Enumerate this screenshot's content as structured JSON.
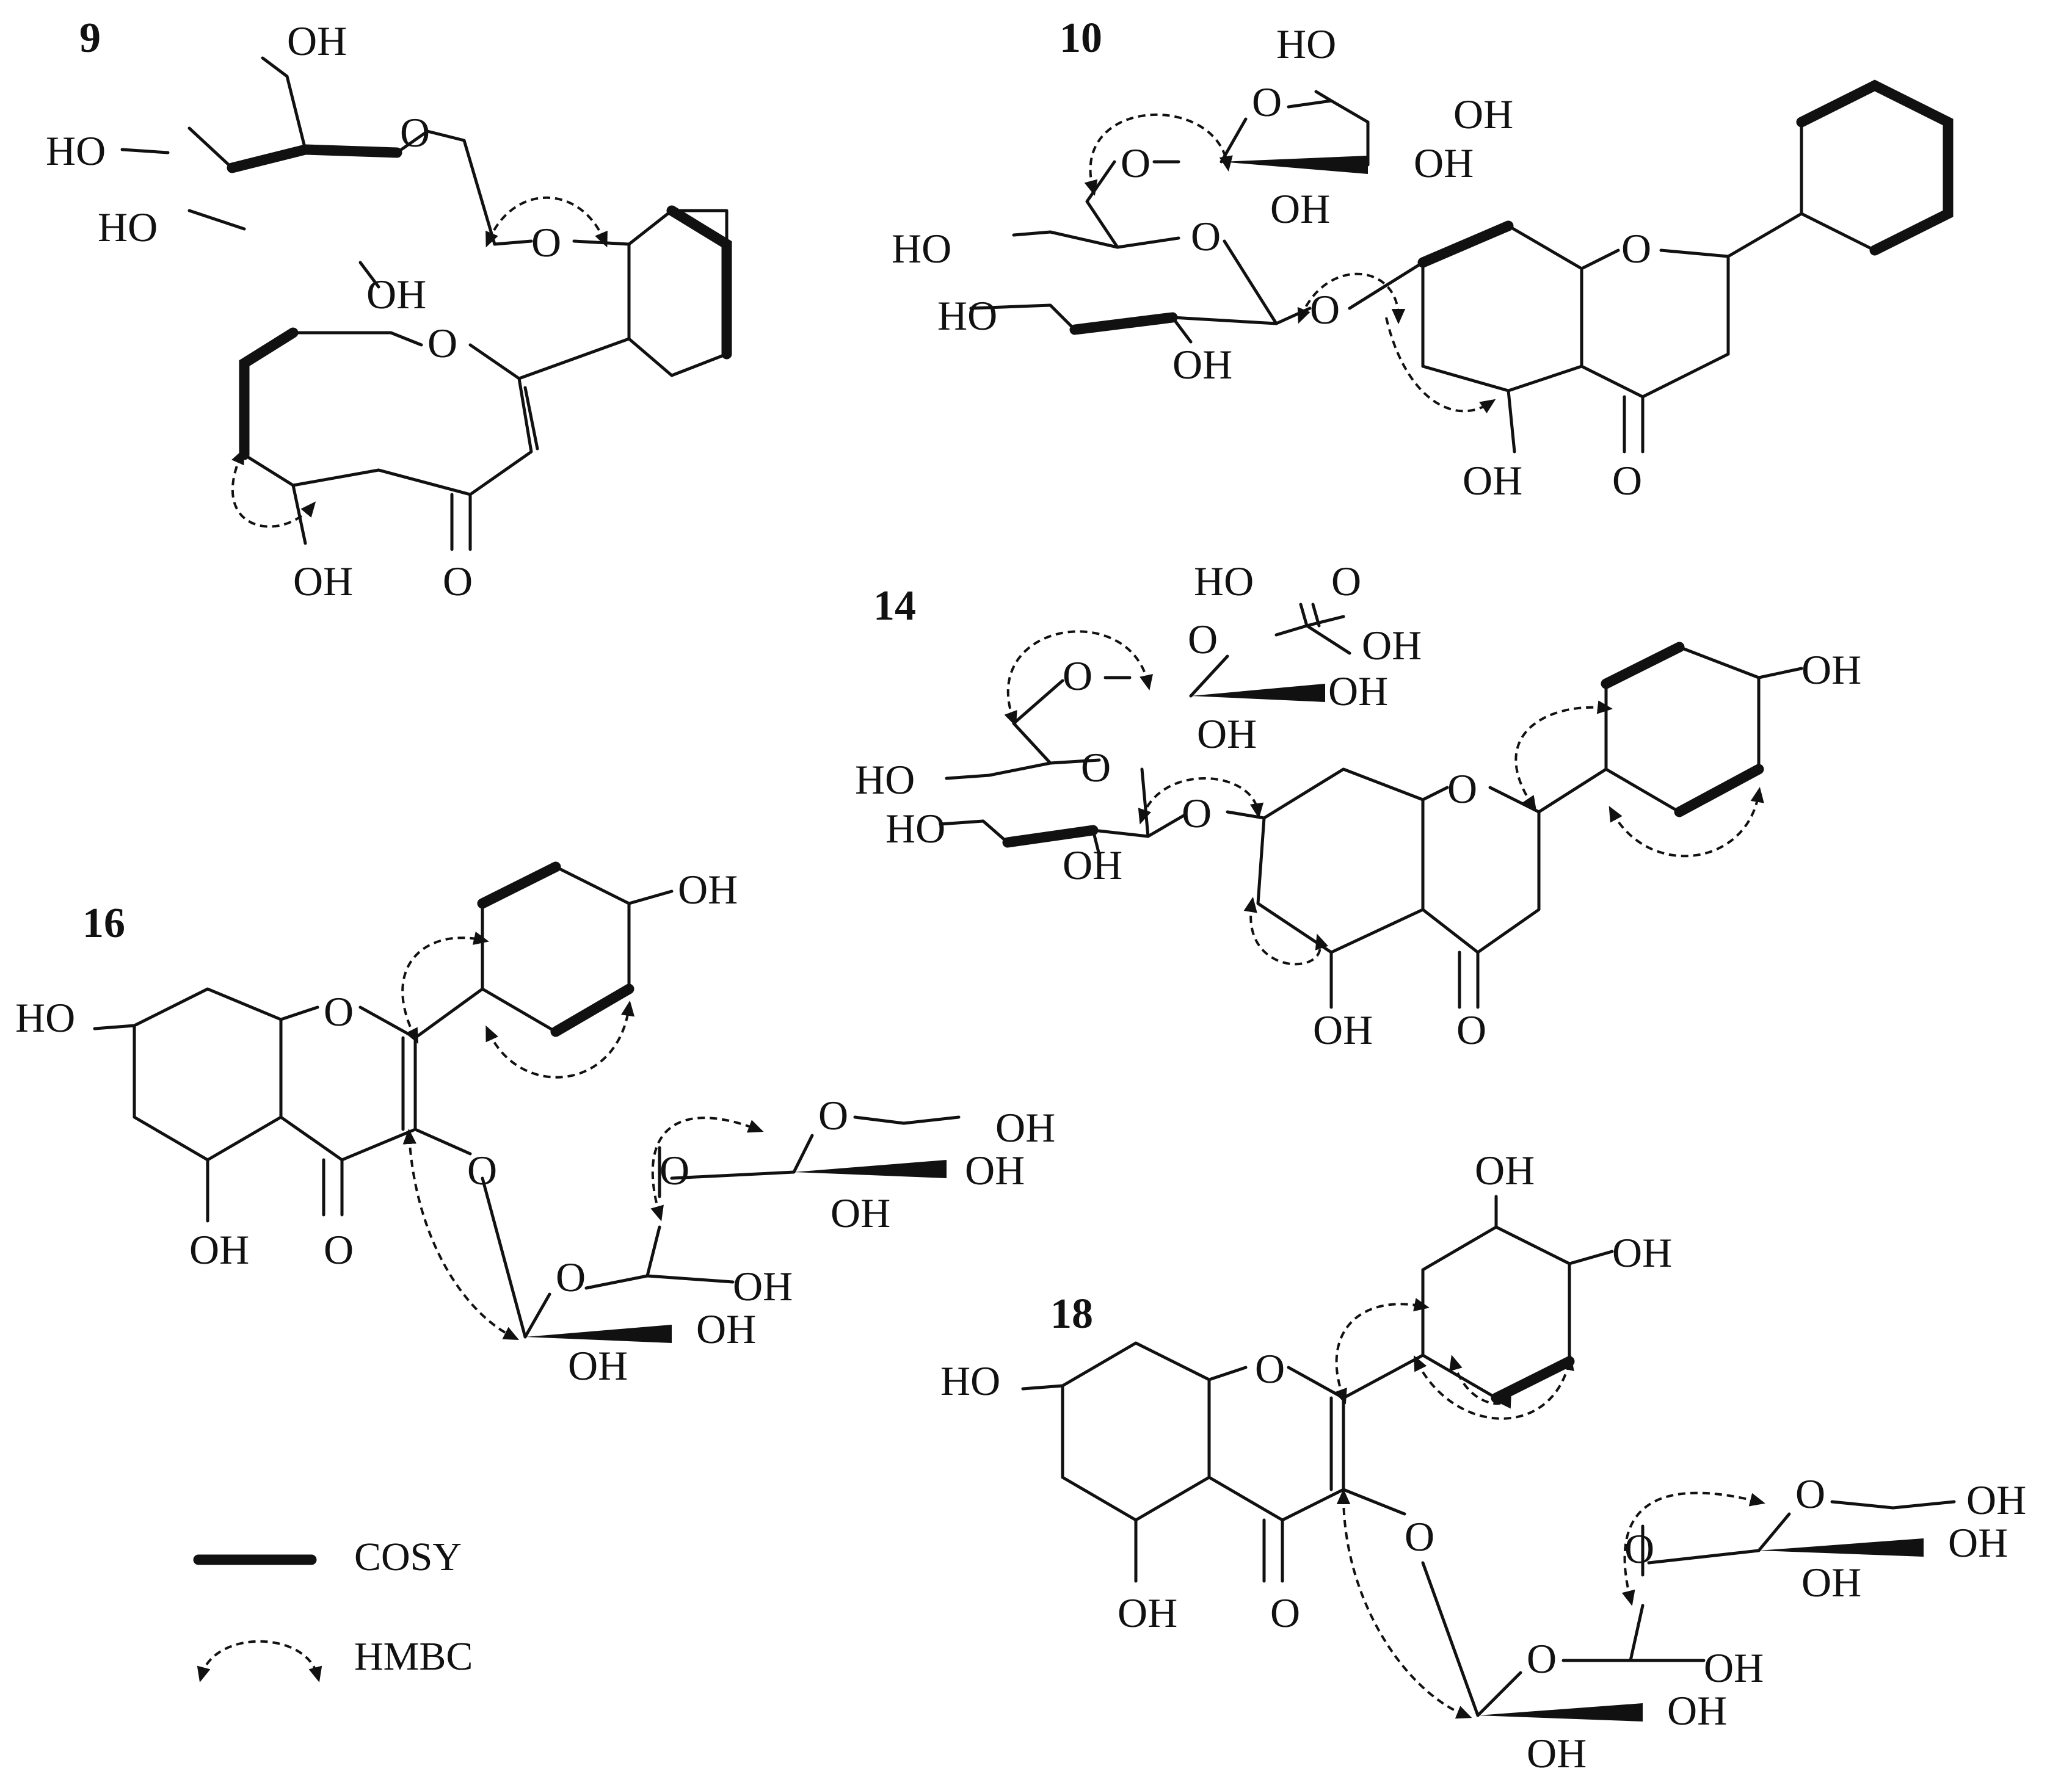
{
  "compounds": {
    "c9": {
      "number": "9",
      "labels": {
        "ch2oh": "OH",
        "ho4": "HO",
        "ho3": "HO",
        "oh2": "OH",
        "ring_o": "O",
        "link_o": "O",
        "chromone_o": "O",
        "oh5": "OH",
        "carbonyl_o": "O"
      }
    },
    "c10": {
      "number": "10",
      "labels": {
        "xyl_ho": "HO",
        "xyl_o": "O",
        "xyl_oh_a": "OH",
        "xyl_oh_b": "OH",
        "xyl_oh_c": "OH",
        "link6_o": "O",
        "glc_o": "O",
        "glc_ho4": "HO",
        "glc_ho3": "HO",
        "glc_oh2": "OH",
        "link7_o": "O",
        "chromone_o": "O",
        "oh5": "OH",
        "carbonyl_o": "O"
      }
    },
    "c14": {
      "number": "14",
      "labels": {
        "acid_ho": "HO",
        "acid_o": "O",
        "uro_o": "O",
        "uro_oh_a": "OH",
        "uro_oh_b": "OH",
        "uro_oh_c": "OH",
        "link6_o": "O",
        "glc_o": "O",
        "glc_ho4": "HO",
        "glc_ho3": "HO",
        "glc_oh2": "OH",
        "link7_o": "O",
        "chromone_o": "O",
        "oh4p": "OH",
        "oh5": "OH",
        "carbonyl_o": "O"
      }
    },
    "c16": {
      "number": "16",
      "labels": {
        "oh4p": "OH",
        "ho7": "HO",
        "chromone_o": "O",
        "oh5": "OH",
        "carbonyl_o": "O",
        "link3_o": "O",
        "s1_o": "O",
        "s1_oh_a": "OH",
        "s1_oh_b": "OH",
        "s1_oh_c": "OH",
        "link_o": "O",
        "s2_o": "O",
        "s2_oh_a": "OH",
        "s2_oh_b": "OH",
        "s2_oh_c": "OH"
      }
    },
    "c18": {
      "number": "18",
      "labels": {
        "oh3p": "OH",
        "oh4p": "OH",
        "ho7": "HO",
        "chromone_o": "O",
        "oh5": "OH",
        "carbonyl_o": "O",
        "link3_o": "O",
        "s1_o": "O",
        "s1_oh_a": "OH",
        "s1_oh_b": "OH",
        "s1_oh_c": "OH",
        "link_o": "O",
        "s2_o": "O",
        "s2_oh_a": "OH",
        "s2_oh_b": "OH",
        "s2_oh_c": "OH"
      }
    }
  },
  "legend": {
    "cosy_label": "COSY",
    "hmbc_label": "HMBC"
  }
}
